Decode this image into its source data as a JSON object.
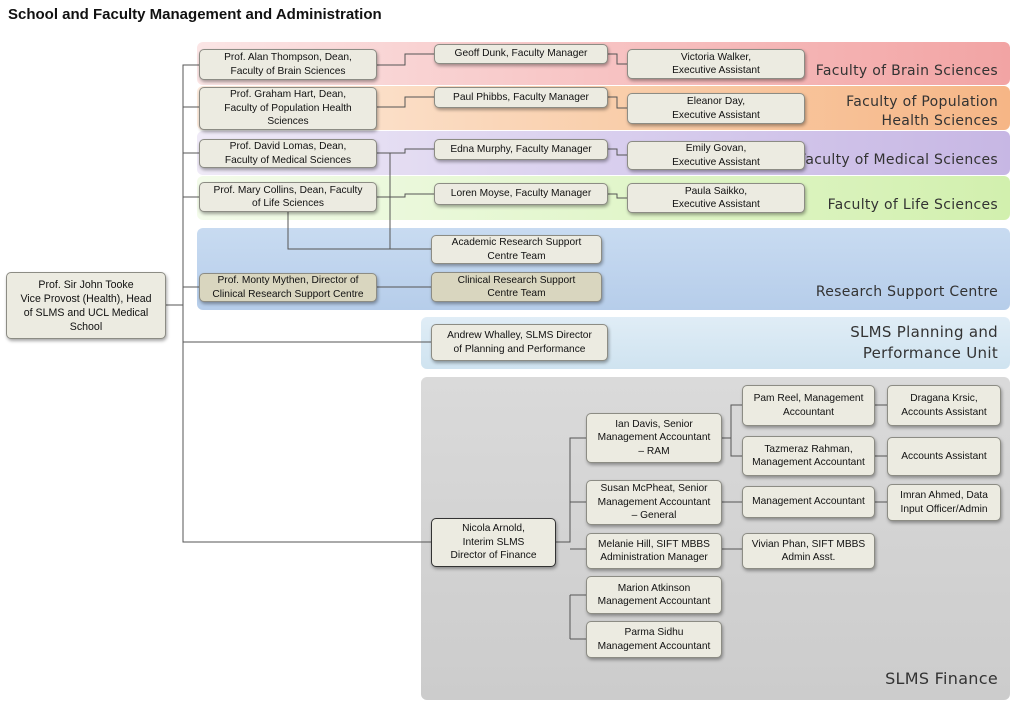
{
  "title": "School and Faculty Management and Administration",
  "bands": {
    "brain": "Faculty of Brain Sciences",
    "population": "Faculty of Population\nHealth Sciences",
    "medical": "Faculty of Medical Sciences",
    "life": "Faculty of Life Sciences",
    "research": "Research Support Centre",
    "planning": "SLMS Planning and\nPerformance Unit",
    "finance": "SLMS Finance"
  },
  "nodes": {
    "root": "Prof. Sir John Tooke\nVice Provost (Health), Head\nof SLMS and UCL Medical\nSchool",
    "dean_brain": "Prof. Alan Thompson, Dean,\nFaculty of Brain Sciences",
    "fm_brain": "Geoff Dunk, Faculty Manager",
    "ea_brain": "Victoria Walker,\nExecutive Assistant",
    "dean_pop": "Prof. Graham Hart, Dean,\nFaculty of Population Health\nSciences",
    "fm_pop": "Paul Phibbs, Faculty Manager",
    "ea_pop": "Eleanor Day,\nExecutive Assistant",
    "dean_med": "Prof. David Lomas, Dean,\nFaculty of Medical Sciences",
    "fm_med": "Edna  Murphy, Faculty Manager",
    "ea_med": "Emily Govan,\nExecutive Assistant",
    "dean_life": "Prof. Mary Collins, Dean, Faculty\nof Life Sciences",
    "fm_life": "Loren Moyse, Faculty Manager",
    "ea_life": "Paula Saikko,\nExecutive Assistant",
    "academic_rsc": "Academic Research Support\nCentre Team",
    "director_crsc": "Prof. Monty Mythen, Director of\nClinical Research Support Centre",
    "clinical_rsc": "Clinical Research Support\nCentre Team",
    "planning_dir": "Andrew Whalley, SLMS Director\nof Planning and Performance",
    "finance_dir": "Nicola Arnold,\nInterim SLMS\nDirector of Finance",
    "ian": "Ian Davis, Senior\nManagement Accountant\n– RAM",
    "susan": "Susan McPheat, Senior\nManagement Accountant\n– General",
    "melanie": "Melanie Hill, SIFT MBBS\nAdministration Manager",
    "marion": "Marion Atkinson\nManagement Accountant",
    "parma": "Parma Sidhu\nManagement Accountant",
    "pam": "Pam Reel,  Management\nAccountant",
    "tazmeraz": "Tazmeraz Rahman,\nManagement Accountant",
    "mgmt_acc": "Management Accountant",
    "vivian": "Vivian Phan, SIFT MBBS\nAdmin Asst.",
    "dragana": "Dragana Krsic,\nAccounts Assistant",
    "acc_asst": "Accounts Assistant",
    "imran": "Imran Ahmed, Data\nInput Officer/Admin"
  },
  "colors": {
    "brain": "#f5b3b3",
    "population": "#f8c9a4",
    "medical": "#d2c6e8",
    "life": "#dff4c6",
    "research": "#c0d5ef",
    "planning": "#d5e7f2",
    "finance": "#d3d3d3",
    "node": "#ecebe1",
    "node_alt": "#d9d6bf"
  }
}
